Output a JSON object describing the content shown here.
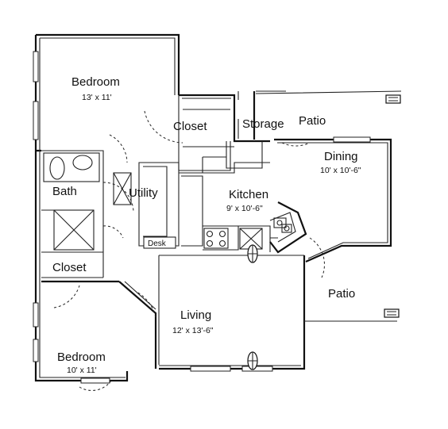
{
  "rooms": {
    "bedroom1": {
      "name": "Bedroom",
      "size": "13' x 11'"
    },
    "closet1": {
      "name": "Closet"
    },
    "storage": {
      "name": "Storage"
    },
    "patio1": {
      "name": "Patio"
    },
    "dining": {
      "name": "Dining",
      "size": "10' x 10'-6\""
    },
    "bath": {
      "name": "Bath"
    },
    "utility": {
      "name": "Utility"
    },
    "kitchen": {
      "name": "Kitchen",
      "size": "9' x 10'-6\""
    },
    "desk": {
      "name": "Desk"
    },
    "closet2": {
      "name": "Closet"
    },
    "patio2": {
      "name": "Patio"
    },
    "living": {
      "name": "Living",
      "size": "12' x 13'-6\""
    },
    "bedroom2": {
      "name": "Bedroom",
      "size": "10' x 11'"
    }
  },
  "icons": [
    "ac-unit-icon",
    "ac-unit-icon"
  ]
}
